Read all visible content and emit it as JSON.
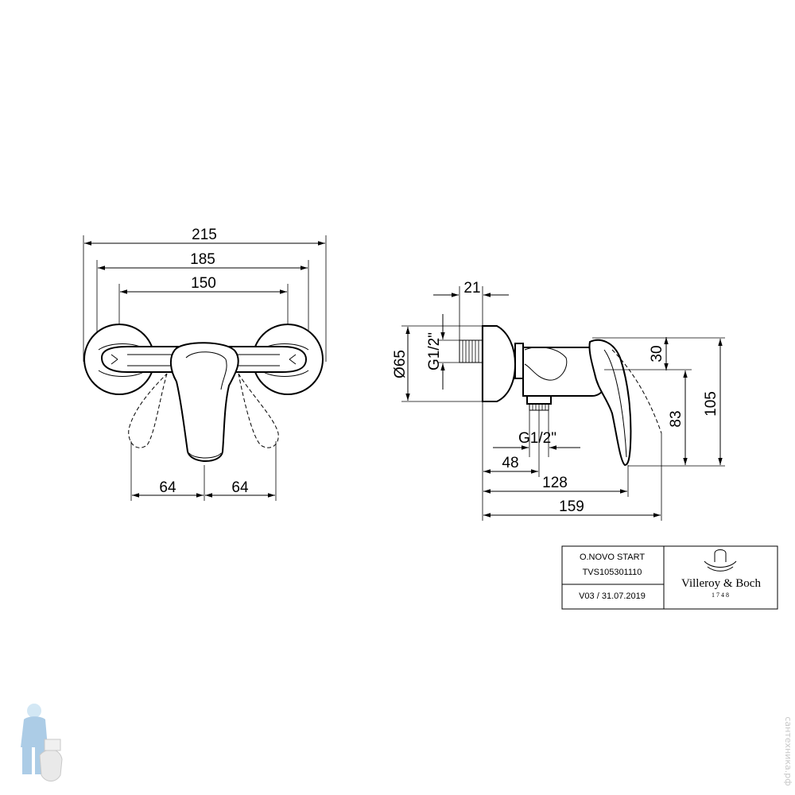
{
  "front_view": {
    "dim_overall_width": "215",
    "dim_rosette_width": "185",
    "dim_center_distance": "150",
    "dim_left_swing": "64",
    "dim_right_swing": "64"
  },
  "side_view": {
    "dim_rosette_depth": "21",
    "dim_rosette_diameter": "Ø65",
    "dim_inlet_thread": "G1/2\"",
    "dim_outlet_thread": "G1/2\"",
    "dim_outlet_offset": "48",
    "dim_lever_depth": "128",
    "dim_overall_depth": "159",
    "dim_top_offset": "30",
    "dim_lever_height": "83",
    "dim_overall_height": "105"
  },
  "title_block": {
    "product_name": "O.NOVO START",
    "article_number": "TVS105301110",
    "version_date": "V03 / 31.07.2019",
    "brand_name": "Villeroy & Boch",
    "brand_year": "1748"
  },
  "watermark": {
    "site_text": "сантехника.рф",
    "mascot_icon": "plumber-mascot-icon"
  }
}
